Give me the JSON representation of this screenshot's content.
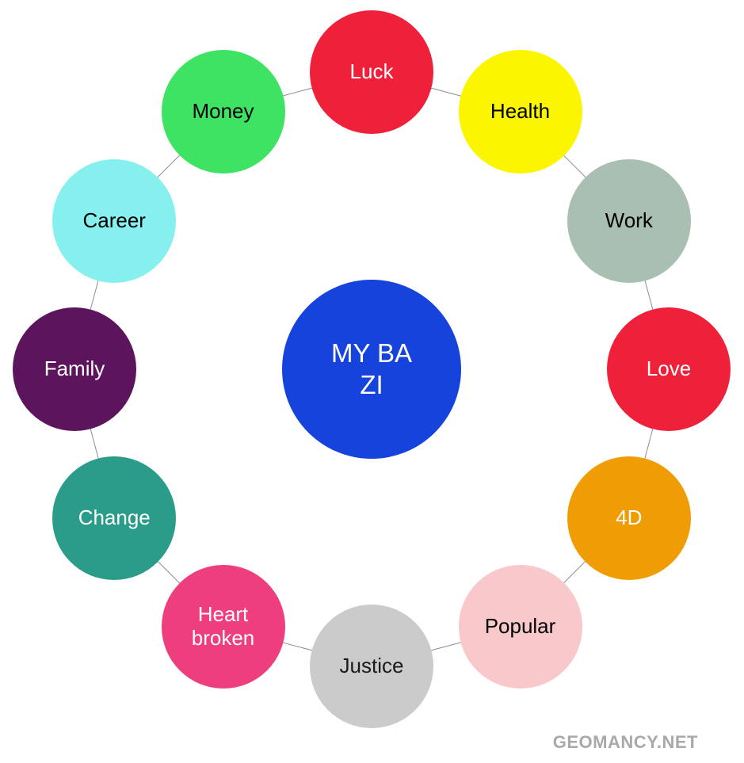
{
  "diagram": {
    "center": {
      "label": "MY BA ZI",
      "color": "#1743dd",
      "text_color": "#ffffff"
    },
    "nodes": [
      {
        "label": "Luck",
        "color": "#ef2039",
        "text_color": "#ffffff"
      },
      {
        "label": "Health",
        "color": "#fbf600",
        "text_color": "#000000"
      },
      {
        "label": "Work",
        "color": "#a8bfb1",
        "text_color": "#000000"
      },
      {
        "label": "Love",
        "color": "#ef2039",
        "text_color": "#ffffff"
      },
      {
        "label": "4D",
        "color": "#f09d05",
        "text_color": "#ffffff"
      },
      {
        "label": "Popular",
        "color": "#f9c8ca",
        "text_color": "#000000"
      },
      {
        "label": "Justice",
        "color": "#cbcbcb",
        "text_color": "#1a1a1a"
      },
      {
        "label": "Heart broken",
        "color": "#ee3e7d",
        "text_color": "#ffffff"
      },
      {
        "label": "Change",
        "color": "#2a9c89",
        "text_color": "#ffffff"
      },
      {
        "label": "Family",
        "color": "#5c155c",
        "text_color": "#ffffff"
      },
      {
        "label": "Career",
        "color": "#86f0ef",
        "text_color": "#000000"
      },
      {
        "label": "Money",
        "color": "#3fe364",
        "text_color": "#000000"
      }
    ],
    "connector_color": "#8c8c8c"
  },
  "watermark": {
    "text": "GEOMANCY.NET",
    "color": "#a9a9a9"
  }
}
